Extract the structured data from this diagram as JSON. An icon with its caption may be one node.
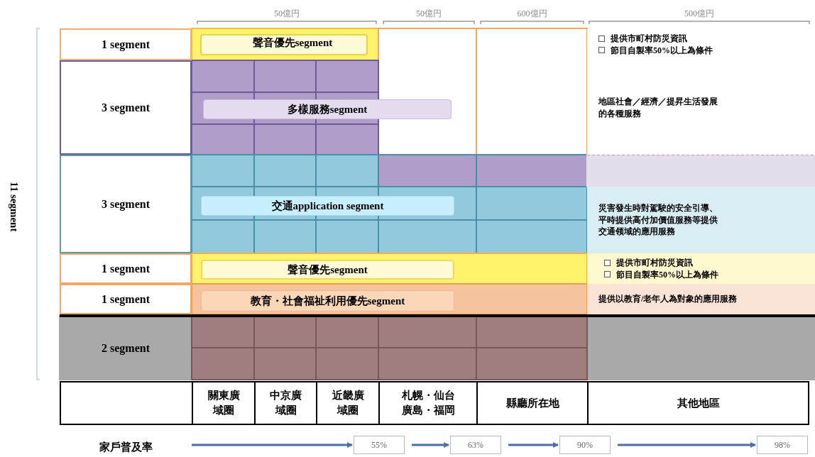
{
  "diagram": {
    "nodes": [
      {
        "text": [
          "1 segment"
        ]
      },
      {
        "text": [
          "聲音優先segment"
        ]
      },
      {
        "text": [
          "提供市町村防災資訊",
          "節目自製率50%以上為條件"
        ]
      },
      {
        "text": [
          "3 segment"
        ]
      },
      {
        "text": [
          "多樣服務segment"
        ]
      },
      {
        "text": [
          "地區社會／經濟／提昇生活發展的各種服務"
        ]
      },
      {
        "text": [
          "3 segment"
        ]
      },
      {
        "text": [
          "交通application segment"
        ]
      },
      {
        "text": [
          "災害發生時對駕駛的安全引導、平時提供高付加價值服務等提供交通领域的應用服務"
        ]
      },
      {
        "text": [
          "1 segment"
        ]
      },
      {
        "text": [
          "聲音優先segment"
        ]
      },
      {
        "text": [
          "提供市町村防災資訊",
          "節目自製率50%以上為條件"
        ]
      },
      {
        "text": [
          "1 segment"
        ]
      },
      {
        "text": [
          "教育・社會福祉利用優先segment"
        ]
      },
      {
        "text": [
          "提供以教育/老年人為對象的應用服務"
        ]
      },
      {
        "text": [
          "2 segment"
        ]
      },
      {
        "text": [],
        "shape": "box"
      },
      {
        "text": [
          "關東廣域圈"
        ]
      },
      {
        "text": [
          "中京廣域圈"
        ]
      },
      {
        "text": [
          "近畿廣域圈"
        ]
      },
      {
        "text": [
          "札幌・仙台廣島・福岡"
        ]
      },
      {
        "text": [
          "縣廳所在地"
        ]
      },
      {
        "text": [
          "其他地區"
        ]
      },
      {
        "text": [
          "55%"
        ]
      },
      {
        "text": [
          "63%"
        ]
      },
      {
        "text": [
          "90%"
        ]
      },
      {
        "text": [
          "98%"
        ]
      }
    ],
    "edges": [
      {
        "from": null,
        "to": 23,
        "arrow": "to"
      },
      {
        "from": 23,
        "to": 24,
        "arrow": "to"
      },
      {
        "from": 24,
        "to": 25,
        "arrow": "to"
      },
      {
        "from": 25,
        "to": 26,
        "arrow": "to"
      }
    ],
    "labels": [
      "50億円",
      "50億円",
      "600億円",
      "500億円",
      "11 segment",
      "家戶普及率"
    ]
  }
}
